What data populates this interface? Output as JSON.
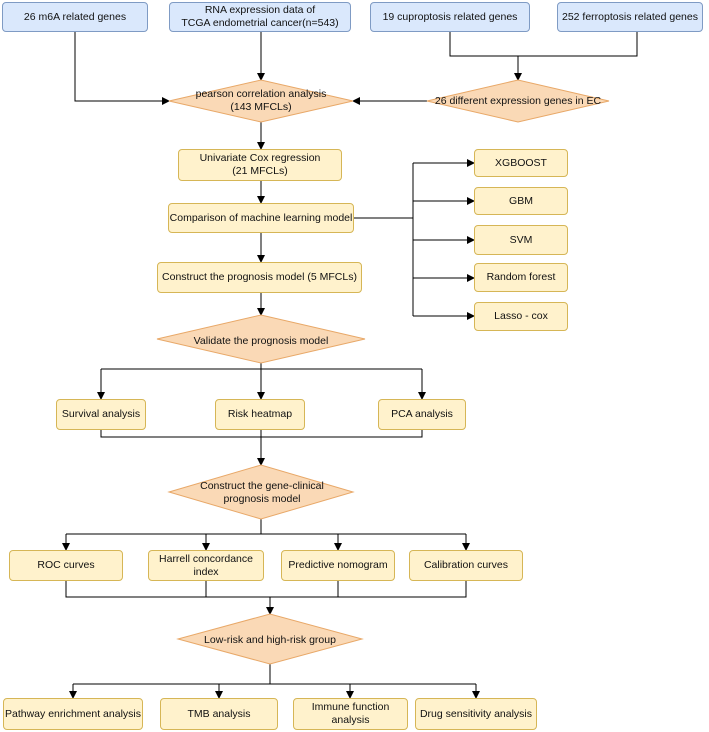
{
  "colors": {
    "blue_fill": "#dae8fc",
    "blue_stroke": "#7f9bc4",
    "yellow_fill": "#fff2cc",
    "yellow_stroke": "#d6b656",
    "diamond_fill": "#fad9b6",
    "diamond_stroke": "#e8a868",
    "arrow": "#000000"
  },
  "inputs": {
    "m6a": "26 m6A related genes",
    "rna": "RNA expression data of\nTCGA endometrial cancer(n=543)",
    "cuproptosis": "19 cuproptosis related genes",
    "ferroptosis": "252 ferroptosis related genes"
  },
  "steps": {
    "pearson": "pearson correlation analysis\n(143 MFCLs)",
    "diff_genes": "26 different expression genes in EC",
    "univariate": "Univariate Cox regression\n(21 MFCLs)",
    "comparison": "Comparison of machine learning model",
    "construct_model": "Construct the prognosis model (5 MFCLs)",
    "validate": "Validate the prognosis model",
    "gene_clinical": "Construct the gene-clinical\nprognosis model",
    "risk_group": "Low-risk and high-risk group"
  },
  "ml_models": [
    "XGBOOST",
    "GBM",
    "SVM",
    "Random forest",
    "Lasso - cox"
  ],
  "validation": [
    "Survival analysis",
    "Risk heatmap",
    "PCA analysis"
  ],
  "clinical_eval": [
    "ROC curves",
    "Harrell concordance index",
    "Predictive nomogram",
    "Calibration curves"
  ],
  "group_analysis": [
    "Pathway enrichment analysis",
    "TMB analysis",
    "Immune function analysis",
    "Drug sensitivity analysis"
  ]
}
